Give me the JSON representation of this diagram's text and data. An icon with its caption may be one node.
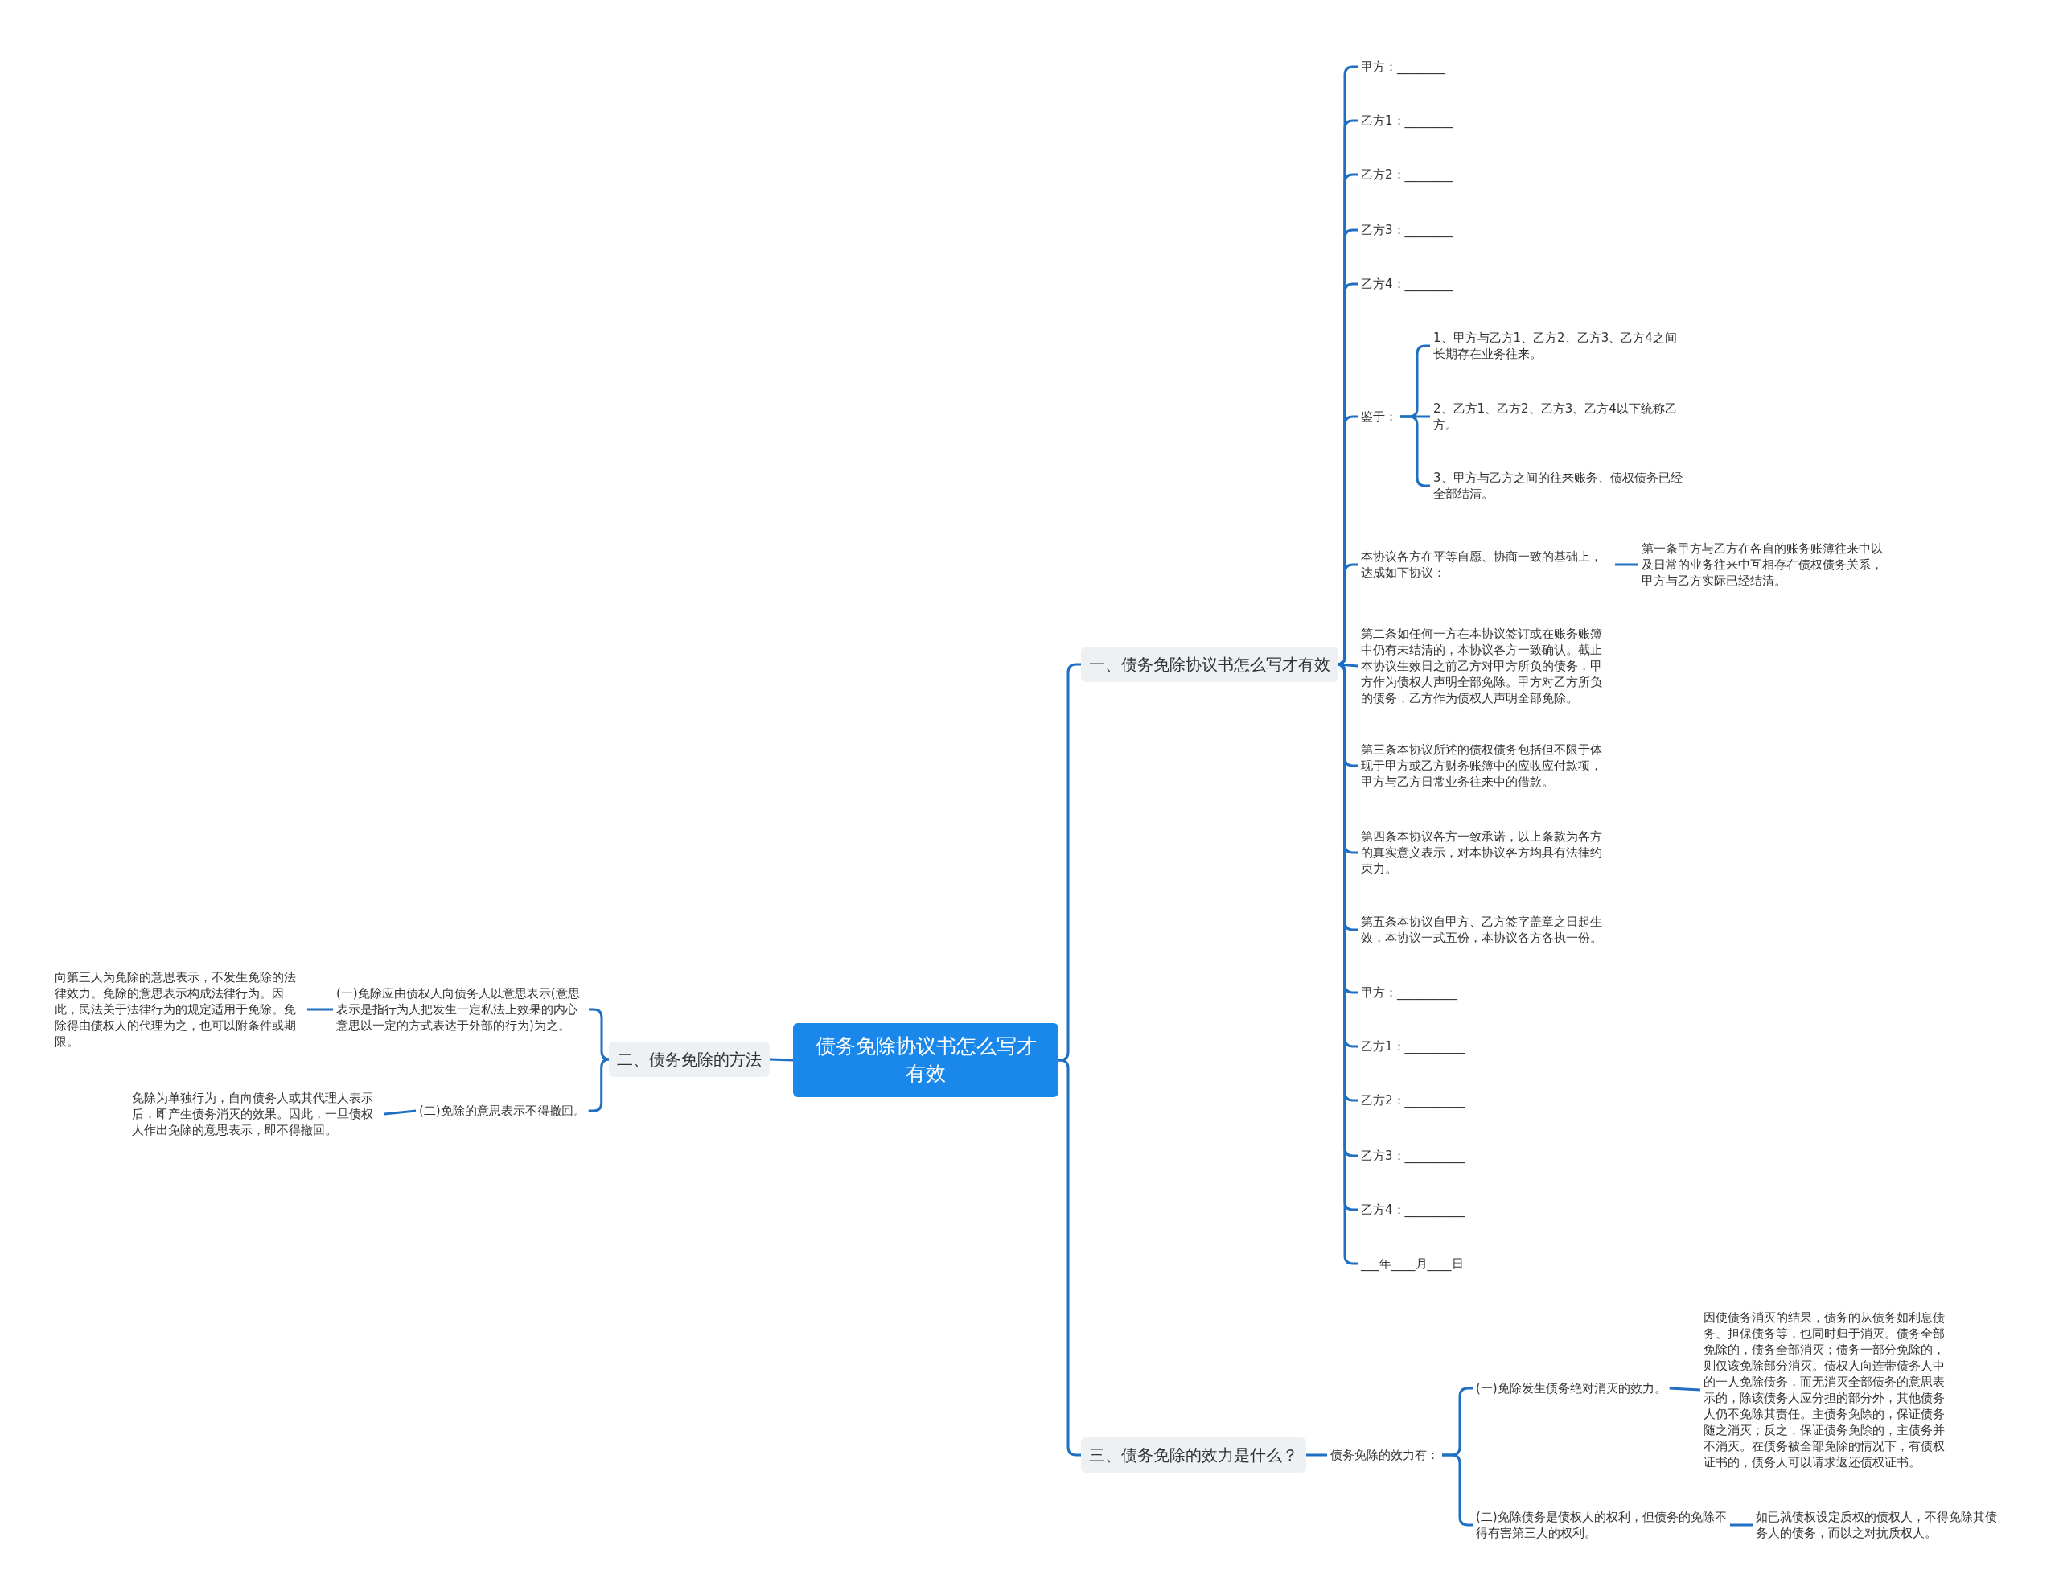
{
  "diagram": {
    "nodes": [
      {
        "text": [
          "债务免除协议书怎么写才有效"
        ]
      },
      {
        "text": [
          "一、债务免除协议书怎么写才有效"
        ]
      },
      {
        "text": [
          "甲方：________"
        ]
      },
      {
        "text": [
          "乙方1：________"
        ]
      },
      {
        "text": [
          "乙方2：________"
        ]
      },
      {
        "text": [
          "乙方3：________"
        ]
      },
      {
        "text": [
          "乙方4：________"
        ]
      },
      {
        "text": [
          "鉴于："
        ]
      },
      {
        "text": [
          "1、甲方与乙方1、乙方2、乙方3、乙方4之间长期存在业务往来。"
        ]
      },
      {
        "text": [
          "2、乙方1、乙方2、乙方3、乙方4以下统称乙方。"
        ]
      },
      {
        "text": [
          "3、甲方与乙方之间的往来账务、债权债务已经全部结清。"
        ]
      },
      {
        "text": [
          "本协议各方在平等自愿、协商一致的基础上，达成如下协议："
        ]
      },
      {
        "text": [
          "第一条甲方与乙方在各自的账务账簿往来中以及日常的业务往来中互相存在债权债务关系，甲方与乙方实际已经结清。"
        ]
      },
      {
        "text": [
          "第二条如任何一方在本协议签订或在账务账簿中仍有未结清的，本协议各方一致确认。截止本协议生效日之前乙方对甲方所负的债务，甲方作为债权人声明全部免除。甲方对乙方所负的债务，乙方作为债权人声明全部免除。"
        ]
      },
      {
        "text": [
          "第三条本协议所述的债权债务包括但不限于体现于甲方或乙方财务账簿中的应收应付款项，甲方与乙方日常业务往来中的借款。"
        ]
      },
      {
        "text": [
          "第四条本协议各方一致承诺，以上条款为各方的真实意义表示，对本协议各方均具有法律约束力。"
        ]
      },
      {
        "text": [
          "第五条本协议自甲方、乙方签字盖章之日起生效，本协议一式五份，本协议各方各执一份。"
        ]
      },
      {
        "text": [
          "甲方：__________"
        ]
      },
      {
        "text": [
          "乙方1：__________"
        ]
      },
      {
        "text": [
          "乙方2：__________"
        ]
      },
      {
        "text": [
          "乙方3：__________"
        ]
      },
      {
        "text": [
          "乙方4：__________"
        ]
      },
      {
        "text": [
          "___年____月____日"
        ]
      },
      {
        "text": [
          "二、债务免除的方法"
        ]
      },
      {
        "text": [
          "(一)免除应由债权人向债务人以意思表示(意思表示是指行为人把发生一定私法上效果的内心意思以一定的方式表达于外部的行为)为之。"
        ]
      },
      {
        "text": [
          "向第三人为免除的意思表示，不发生免除的法律效力。免除的意思表示构成法律行为。因此，民法关于法律行为的规定适用于免除。免除得由债权人的代理为之，也可以附条件或期限。"
        ]
      },
      {
        "text": [
          "(二)免除的意思表示不得撤回。"
        ]
      },
      {
        "text": [
          "免除为单独行为，自向债务人或其代理人表示后，即产生债务消灭的效果。因此，一旦债权人作出免除的意思表示，即不得撤回。"
        ]
      },
      {
        "text": [
          "三、债务免除的效力是什么？"
        ]
      },
      {
        "text": [
          "债务免除的效力有："
        ]
      },
      {
        "text": [
          "(一)免除发生债务绝对消灭的效力。"
        ]
      },
      {
        "text": [
          "因使债务消灭的结果，债务的从债务如利息债务、担保债务等，也同时归于消灭。债务全部免除的，债务全部消灭；债务一部分免除的，则仅该免除部分消灭。债权人向连带债务人中的一人免除债务，而无消灭全部债务的意思表示的，除该债务人应分担的部分外，其他债务人仍不免除其责任。主债务免除的，保证债务随之消灭；反之，保证债务免除的，主债务并不消灭。在债务被全部免除的情况下，有债权证书的，债务人可以请求返还债权证书。"
        ]
      },
      {
        "text": [
          "(二)免除债务是债权人的权利，但债务的免除不得有害第三人的权利。"
        ]
      },
      {
        "text": [
          "如已就债权设定质权的债权人，不得免除其债务人的债务，而以之对抗质权人。"
        ]
      }
    ],
    "edges": [
      {
        "from": 0,
        "to": 1,
        "arrow": "none"
      },
      {
        "from": 1,
        "to": 2,
        "arrow": "none"
      },
      {
        "from": 1,
        "to": 3,
        "arrow": "none"
      },
      {
        "from": 1,
        "to": 4,
        "arrow": "none"
      },
      {
        "from": 1,
        "to": 5,
        "arrow": "none"
      },
      {
        "from": 1,
        "to": 6,
        "arrow": "none"
      },
      {
        "from": 1,
        "to": 7,
        "arrow": "none"
      },
      {
        "from": 7,
        "to": 8,
        "arrow": "none"
      },
      {
        "from": 7,
        "to": 9,
        "arrow": "none"
      },
      {
        "from": 7,
        "to": 10,
        "arrow": "none"
      },
      {
        "from": 1,
        "to": 11,
        "arrow": "none"
      },
      {
        "from": 11,
        "to": 12,
        "arrow": "none"
      },
      {
        "from": 1,
        "to": 13,
        "arrow": "none"
      },
      {
        "from": 1,
        "to": 14,
        "arrow": "none"
      },
      {
        "from": 1,
        "to": 15,
        "arrow": "none"
      },
      {
        "from": 1,
        "to": 16,
        "arrow": "none"
      },
      {
        "from": 1,
        "to": 17,
        "arrow": "none"
      },
      {
        "from": 1,
        "to": 18,
        "arrow": "none"
      },
      {
        "from": 1,
        "to": 19,
        "arrow": "none"
      },
      {
        "from": 1,
        "to": 20,
        "arrow": "none"
      },
      {
        "from": 1,
        "to": 21,
        "arrow": "none"
      },
      {
        "from": 1,
        "to": 22,
        "arrow": "none"
      },
      {
        "from": 0,
        "to": 23,
        "arrow": "none"
      },
      {
        "from": 23,
        "to": 24,
        "arrow": "none"
      },
      {
        "from": 24,
        "to": 25,
        "arrow": "none"
      },
      {
        "from": 23,
        "to": 26,
        "arrow": "none"
      },
      {
        "from": 26,
        "to": 27,
        "arrow": "none"
      },
      {
        "from": 0,
        "to": 28,
        "arrow": "none"
      },
      {
        "from": 28,
        "to": 29,
        "arrow": "none"
      },
      {
        "from": 29,
        "to": 30,
        "arrow": "none"
      },
      {
        "from": 30,
        "to": 31,
        "arrow": "none"
      },
      {
        "from": 29,
        "to": 32,
        "arrow": "none"
      },
      {
        "from": 32,
        "to": 33,
        "arrow": "none"
      }
    ]
  }
}
